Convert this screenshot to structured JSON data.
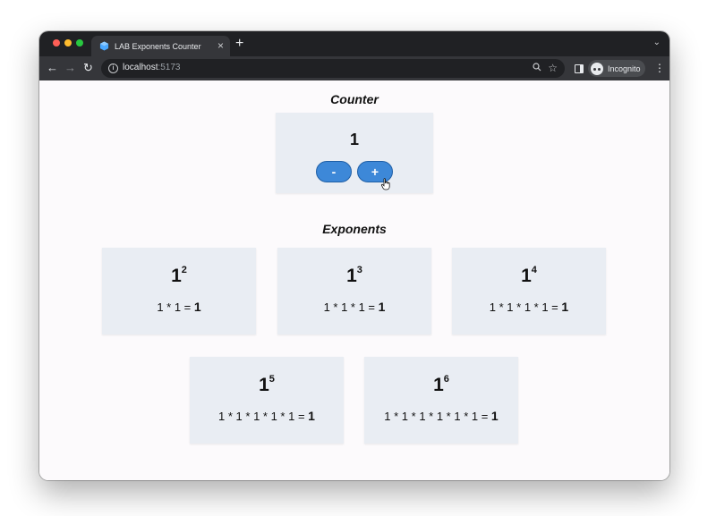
{
  "browser": {
    "tab_title": "LAB Exponents Counter",
    "url_host": "localhost",
    "url_port": ":5173",
    "profile_label": "Incognito"
  },
  "counter": {
    "title": "Counter",
    "value": "1",
    "decrement_label": "-",
    "increment_label": "+"
  },
  "exponents": {
    "title": "Exponents",
    "items": [
      {
        "base": "1",
        "power": "2",
        "formula": "1 * 1 = ",
        "result": "1"
      },
      {
        "base": "1",
        "power": "3",
        "formula": "1 * 1 * 1 = ",
        "result": "1"
      },
      {
        "base": "1",
        "power": "4",
        "formula": "1 * 1 * 1 * 1 = ",
        "result": "1"
      },
      {
        "base": "1",
        "power": "5",
        "formula": "1 * 1 * 1 * 1 * 1 = ",
        "result": "1"
      },
      {
        "base": "1",
        "power": "6",
        "formula": "1 * 1 * 1 * 1 * 1 * 1 = ",
        "result": "1"
      }
    ]
  },
  "colors": {
    "button_blue": "#3d88d8",
    "card_bg": "#e9edf3",
    "browser_chrome": "#35363a"
  },
  "icons": [
    "favicon-cube-icon",
    "close-icon",
    "plus-icon",
    "chevron-down-icon",
    "back-arrow-icon",
    "forward-arrow-icon",
    "reload-icon",
    "info-icon",
    "zoom-icon",
    "star-icon",
    "side-panel-icon",
    "incognito-icon",
    "menu-kebab-icon",
    "hand-cursor-icon"
  ]
}
